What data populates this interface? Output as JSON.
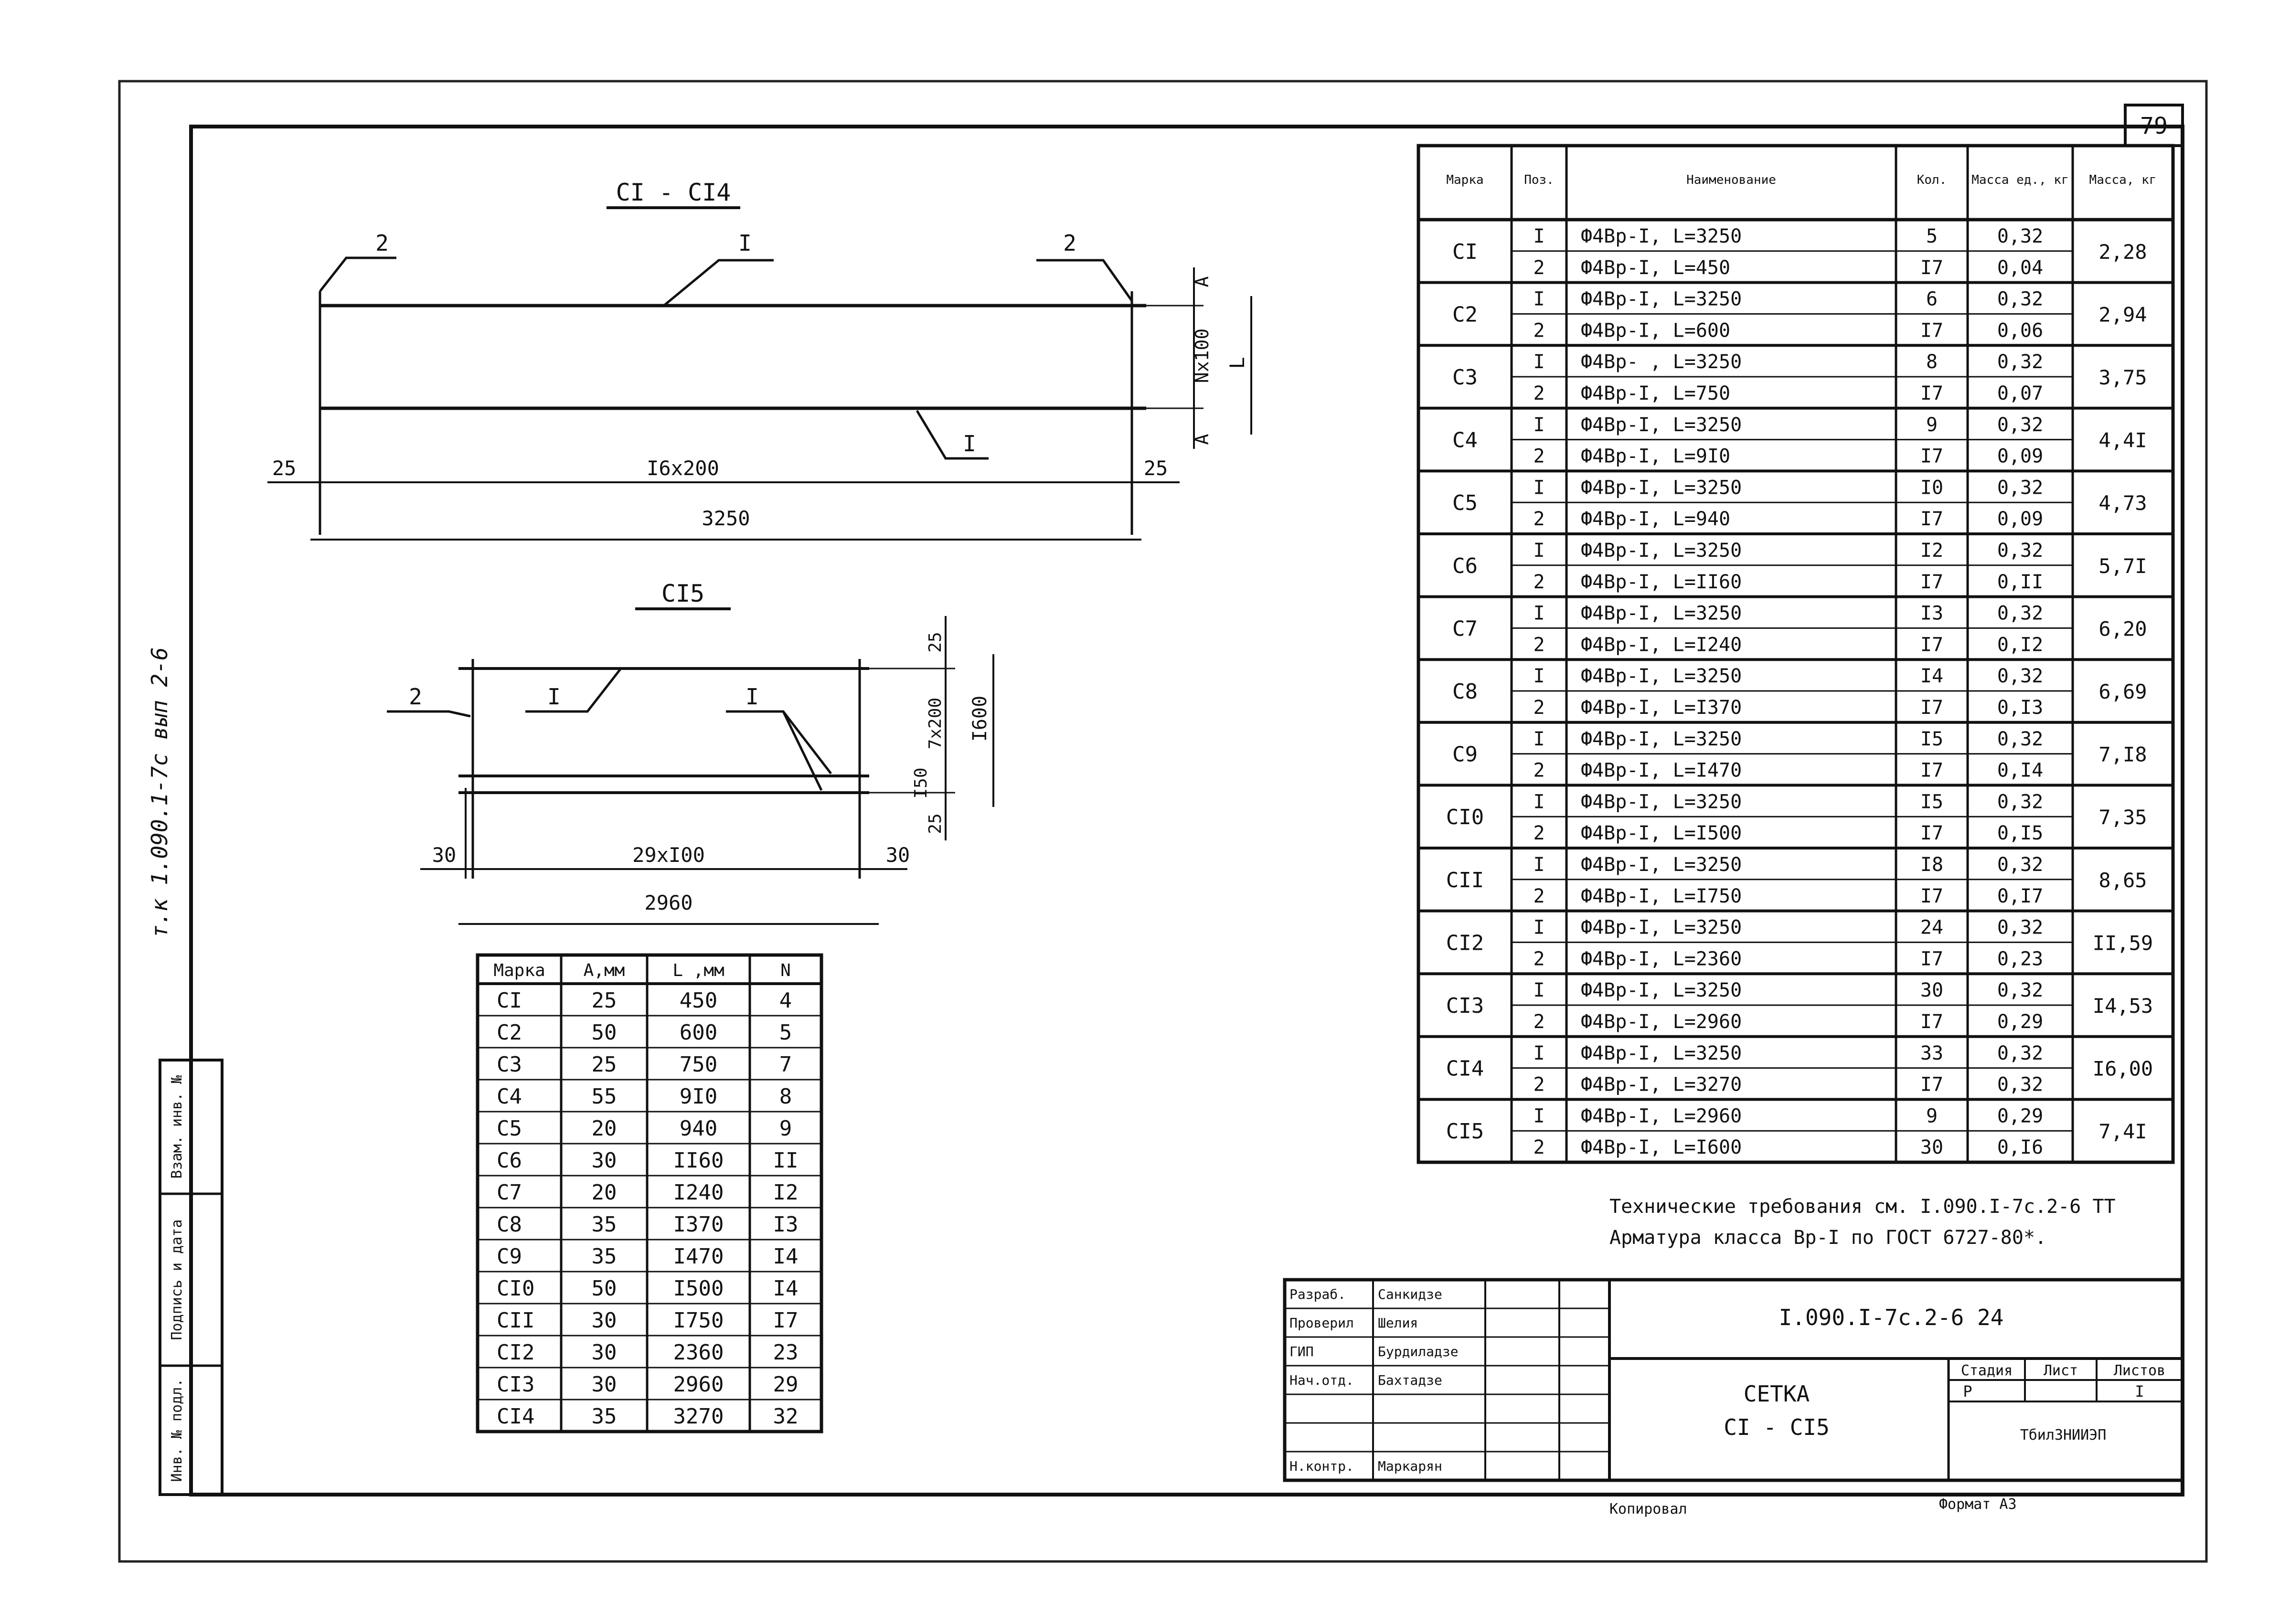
{
  "page_number": "79",
  "side_stamp": "т.к 1.090.1-7с вып 2-6",
  "side_fields": [
    "Инв. № подл.",
    "Подпись и дата",
    "Взам. инв. №"
  ],
  "drawing1": {
    "title": "CI - CI4",
    "callouts": [
      "2",
      "I",
      "2",
      "I"
    ],
    "dims": {
      "left": "25",
      "spans": "I6x200",
      "right": "25",
      "total": "3250",
      "A_top": "A",
      "A_bottom": "A",
      "N100": "Nx100",
      "L": "L"
    }
  },
  "drawing2": {
    "title": "CI5",
    "callouts": [
      "2",
      "I",
      "I"
    ],
    "dims": {
      "left": "30",
      "spans": "29xI00",
      "right": "30",
      "total": "2960",
      "top25": "25",
      "d7x200": "7x200",
      "d150": "I50",
      "bot25": "25",
      "d1600": "I600"
    }
  },
  "dims_table": {
    "headers": [
      "Марка",
      "А,мм",
      "L ,мм",
      "N"
    ],
    "rows": [
      [
        "CI",
        "25",
        "450",
        "4"
      ],
      [
        "C2",
        "50",
        "600",
        "5"
      ],
      [
        "C3",
        "25",
        "750",
        "7"
      ],
      [
        "C4",
        "55",
        "9I0",
        "8"
      ],
      [
        "C5",
        "20",
        "940",
        "9"
      ],
      [
        "C6",
        "30",
        "II60",
        "II"
      ],
      [
        "C7",
        "20",
        "I240",
        "I2"
      ],
      [
        "C8",
        "35",
        "I370",
        "I3"
      ],
      [
        "C9",
        "35",
        "I470",
        "I4"
      ],
      [
        "CI0",
        "50",
        "I500",
        "I4"
      ],
      [
        "CII",
        "30",
        "I750",
        "I7"
      ],
      [
        "CI2",
        "30",
        "2360",
        "23"
      ],
      [
        "CI3",
        "30",
        "2960",
        "29"
      ],
      [
        "CI4",
        "35",
        "3270",
        "32"
      ]
    ]
  },
  "spec_table": {
    "headers": [
      "Марка",
      "Поз.",
      "Наименование",
      "Кол.",
      "Масса ед., кг",
      "Масса, кг"
    ],
    "groups": [
      {
        "mark": "CI",
        "total": "2,28",
        "rows": [
          [
            "I",
            "Ф4Вр-I, L=3250",
            "5",
            "0,32"
          ],
          [
            "2",
            "Ф4Вр-I, L=450",
            "I7",
            "0,04"
          ]
        ]
      },
      {
        "mark": "C2",
        "total": "2,94",
        "rows": [
          [
            "I",
            "Ф4Вр-I, L=3250",
            "6",
            "0,32"
          ],
          [
            "2",
            "Ф4Вр-I, L=600",
            "I7",
            "0,06"
          ]
        ]
      },
      {
        "mark": "C3",
        "total": "3,75",
        "rows": [
          [
            "I",
            "Ф4Вр- , L=3250",
            "8",
            "0,32"
          ],
          [
            "2",
            "Ф4Вр-I, L=750",
            "I7",
            "0,07"
          ]
        ]
      },
      {
        "mark": "C4",
        "total": "4,4I",
        "rows": [
          [
            "I",
            "Ф4Вр-I, L=3250",
            "9",
            "0,32"
          ],
          [
            "2",
            "Ф4Вр-I, L=9I0",
            "I7",
            "0,09"
          ]
        ]
      },
      {
        "mark": "C5",
        "total": "4,73",
        "rows": [
          [
            "I",
            "Ф4Вр-I, L=3250",
            "I0",
            "0,32"
          ],
          [
            "2",
            "Ф4Вр-I, L=940",
            "I7",
            "0,09"
          ]
        ]
      },
      {
        "mark": "C6",
        "total": "5,7I",
        "rows": [
          [
            "I",
            "Ф4Вр-I, L=3250",
            "I2",
            "0,32"
          ],
          [
            "2",
            "Ф4Вр-I, L=II60",
            "I7",
            "0,II"
          ]
        ]
      },
      {
        "mark": "C7",
        "total": "6,20",
        "rows": [
          [
            "I",
            "Ф4Вр-I, L=3250",
            "I3",
            "0,32"
          ],
          [
            "2",
            "Ф4Вр-I, L=I240",
            "I7",
            "0,I2"
          ]
        ]
      },
      {
        "mark": "C8",
        "total": "6,69",
        "rows": [
          [
            "I",
            "Ф4Вр-I, L=3250",
            "I4",
            "0,32"
          ],
          [
            "2",
            "Ф4Вр-I, L=I370",
            "I7",
            "0,I3"
          ]
        ]
      },
      {
        "mark": "C9",
        "total": "7,I8",
        "rows": [
          [
            "I",
            "Ф4Вр-I, L=3250",
            "I5",
            "0,32"
          ],
          [
            "2",
            "Ф4Вр-I, L=I470",
            "I7",
            "0,I4"
          ]
        ]
      },
      {
        "mark": "CI0",
        "total": "7,35",
        "rows": [
          [
            "I",
            "Ф4Вр-I, L=3250",
            "I5",
            "0,32"
          ],
          [
            "2",
            "Ф4Вр-I, L=I500",
            "I7",
            "0,I5"
          ]
        ]
      },
      {
        "mark": "CII",
        "total": "8,65",
        "rows": [
          [
            "I",
            "Ф4Вр-I, L=3250",
            "I8",
            "0,32"
          ],
          [
            "2",
            "Ф4Вр-I, L=I750",
            "I7",
            "0,I7"
          ]
        ]
      },
      {
        "mark": "CI2",
        "total": "II,59",
        "rows": [
          [
            "I",
            "Ф4Вр-I, L=3250",
            "24",
            "0,32"
          ],
          [
            "2",
            "Ф4Вр-I, L=2360",
            "I7",
            "0,23"
          ]
        ]
      },
      {
        "mark": "CI3",
        "total": "I4,53",
        "rows": [
          [
            "I",
            "Ф4Вр-I, L=3250",
            "30",
            "0,32"
          ],
          [
            "2",
            "Ф4Вр-I, L=2960",
            "I7",
            "0,29"
          ]
        ]
      },
      {
        "mark": "CI4",
        "total": "I6,00",
        "rows": [
          [
            "I",
            "Ф4Вр-I, L=3250",
            "33",
            "0,32"
          ],
          [
            "2",
            "Ф4Вр-I, L=3270",
            "I7",
            "0,32"
          ]
        ]
      },
      {
        "mark": "CI5",
        "total": "7,4I",
        "rows": [
          [
            "I",
            "Ф4Вр-I, L=2960",
            "9",
            "0,29"
          ],
          [
            "2",
            "Ф4Вр-I, L=I600",
            "30",
            "0,I6"
          ]
        ]
      }
    ]
  },
  "notes": [
    "Технические требования см. I.090.I-7с.2-6 ТТ",
    "Арматура класса Вр-I по ГОСТ 6727-80*."
  ],
  "title_block": {
    "doc_code": "I.090.I-7с.2-6 24",
    "name_line1": "СЕТКА",
    "name_line2": "CI - CI5",
    "stage_label": "Стадия",
    "sheet_label": "Лист",
    "sheets_label": "Листов",
    "stage": "Р",
    "sheets": "I",
    "org": "ТбилЗНИИЭП",
    "roles": [
      "Разраб.",
      "Проверил",
      "ГИП",
      "Нач.отд.",
      "",
      "",
      "Н.контр."
    ],
    "names": [
      "Санкидзе",
      "Шелия",
      "Бурдиладзе",
      "Бахтадзе",
      "",
      "",
      "Маркарян"
    ],
    "copied": "Копировал",
    "format": "Формат А3"
  }
}
